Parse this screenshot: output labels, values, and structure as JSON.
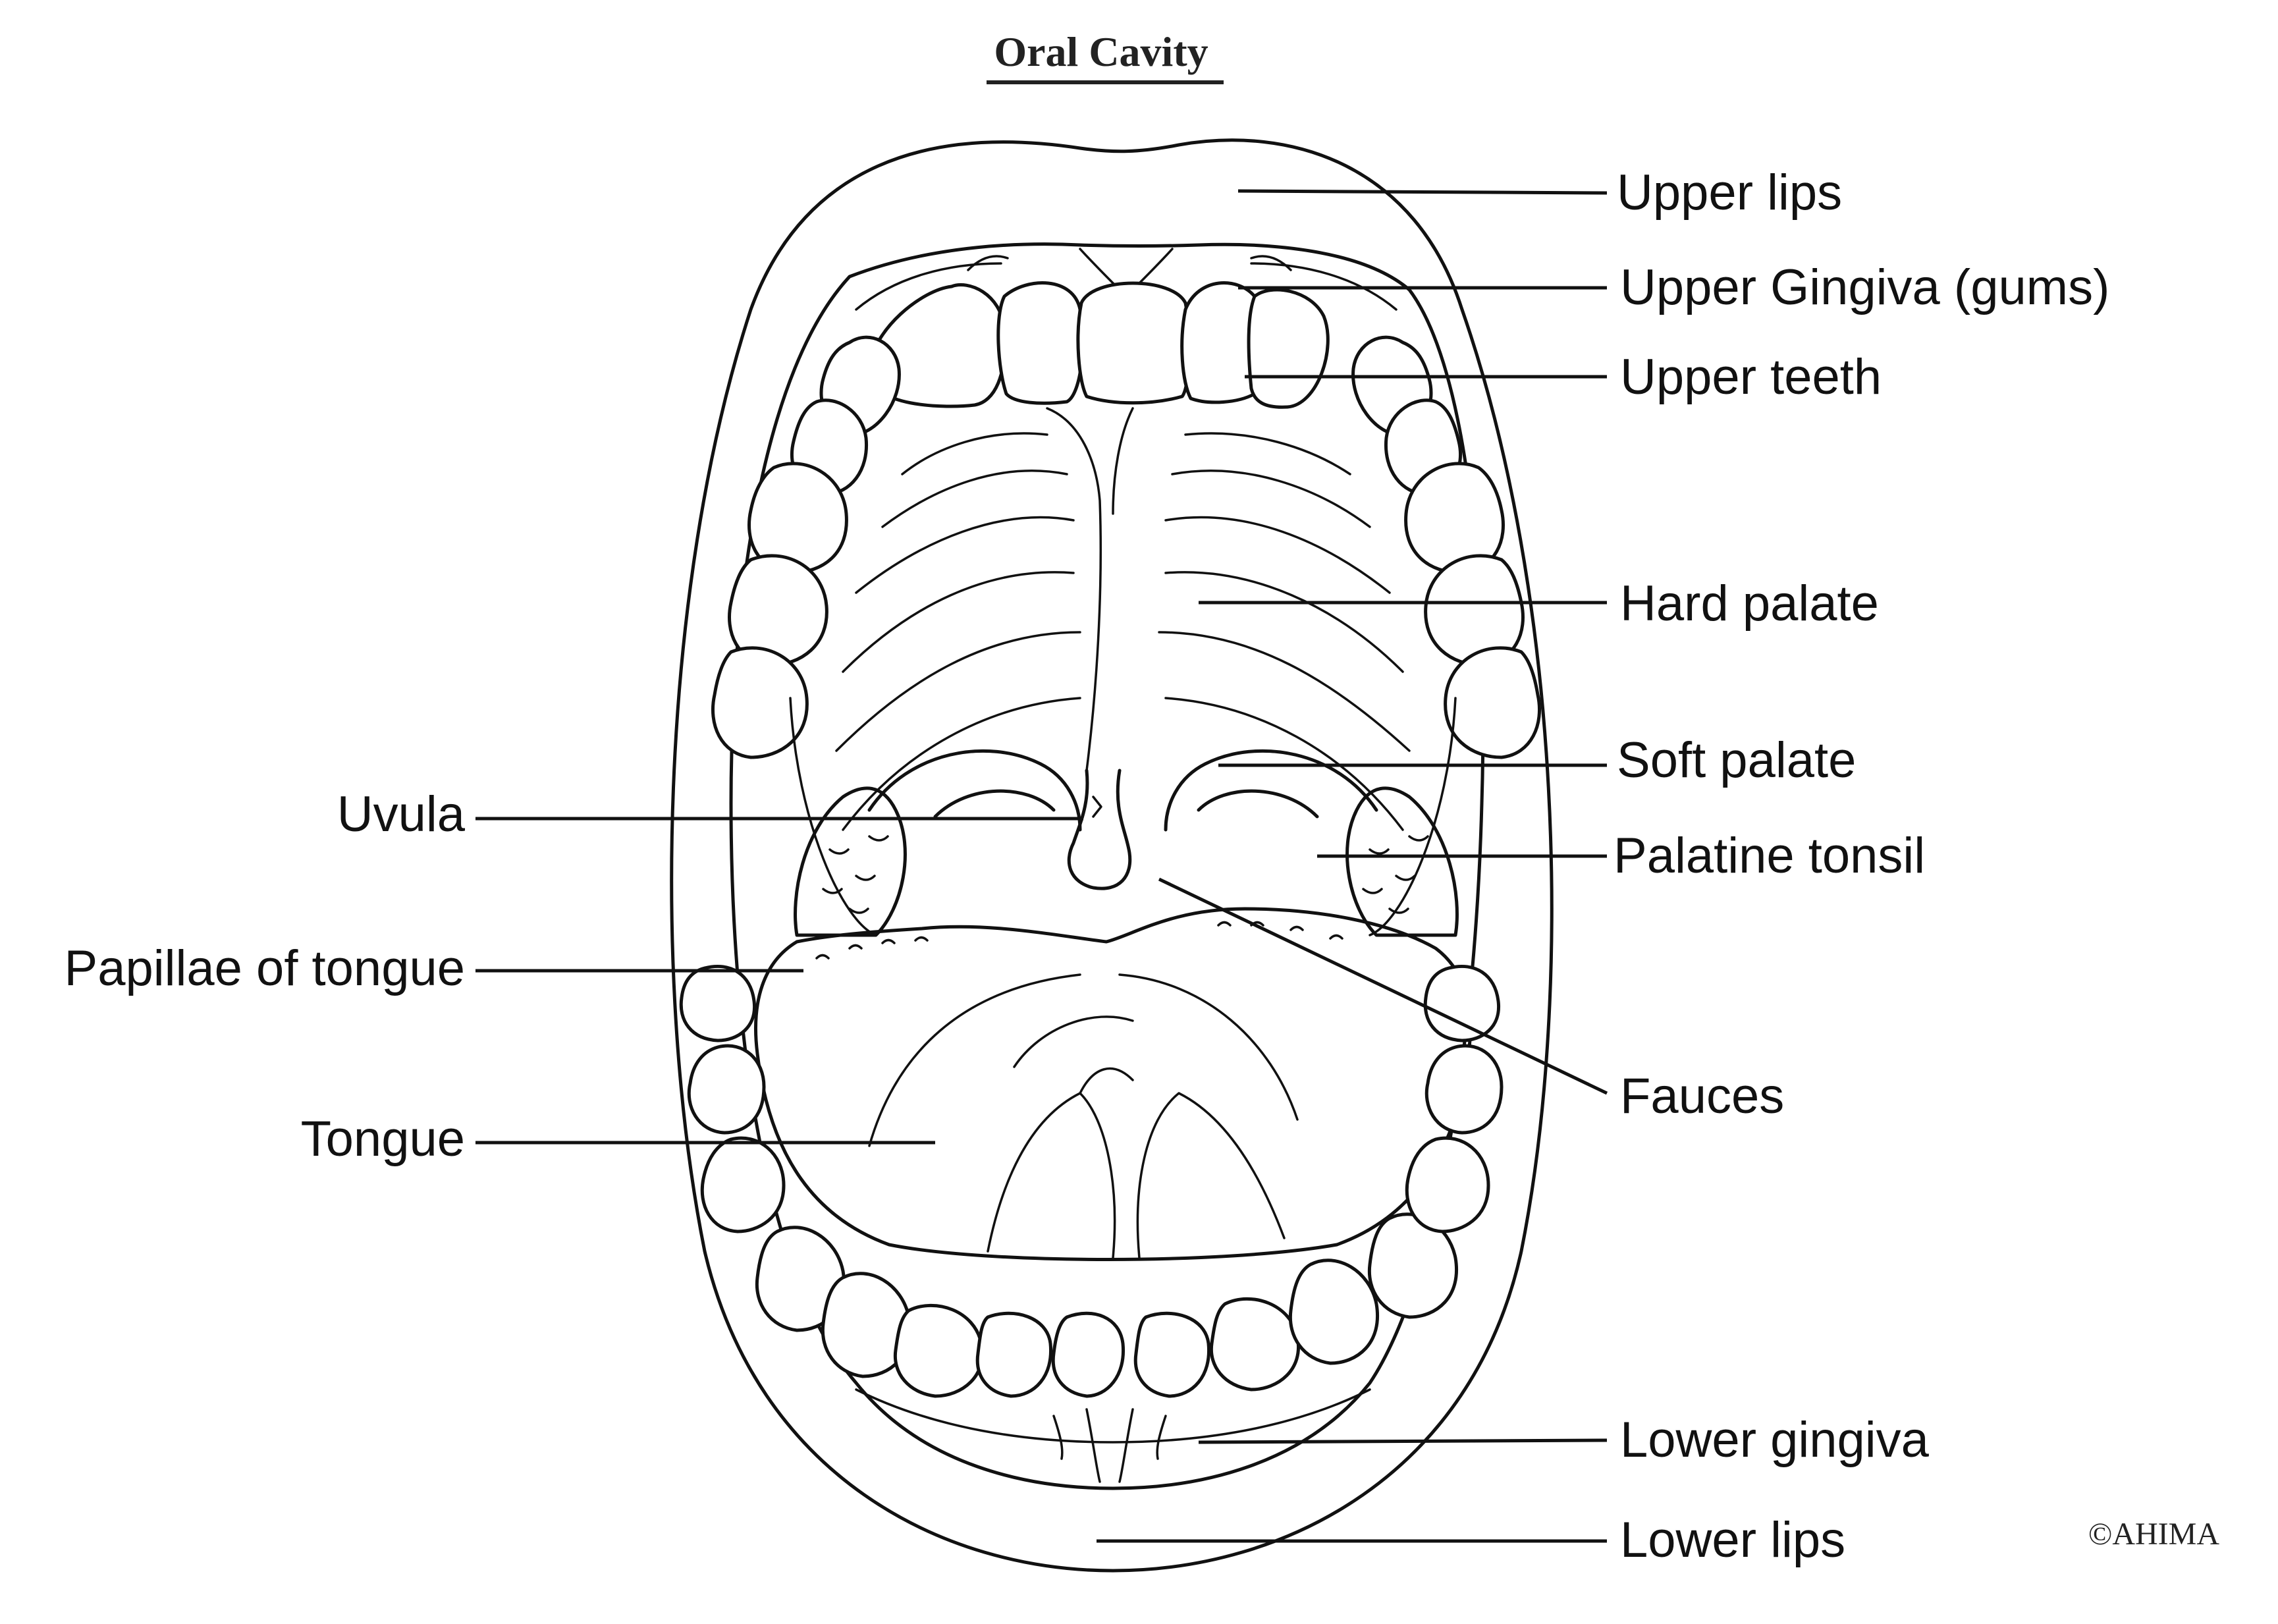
{
  "title": "Oral Cavity",
  "credit": "©AHIMA",
  "labels": {
    "upper_lips": "Upper lips",
    "upper_gingiva": "Upper Gingiva (gums)",
    "upper_teeth": "Upper teeth",
    "hard_palate": "Hard palate",
    "soft_palate": "Soft palate",
    "palatine_tonsil": "Palatine tonsil",
    "uvula": "Uvula",
    "papillae": "Papillae of tongue",
    "fauces": "Fauces",
    "tongue": "Tongue",
    "lower_gingiva": "Lower gingiva",
    "lower_lips": "Lower lips"
  }
}
